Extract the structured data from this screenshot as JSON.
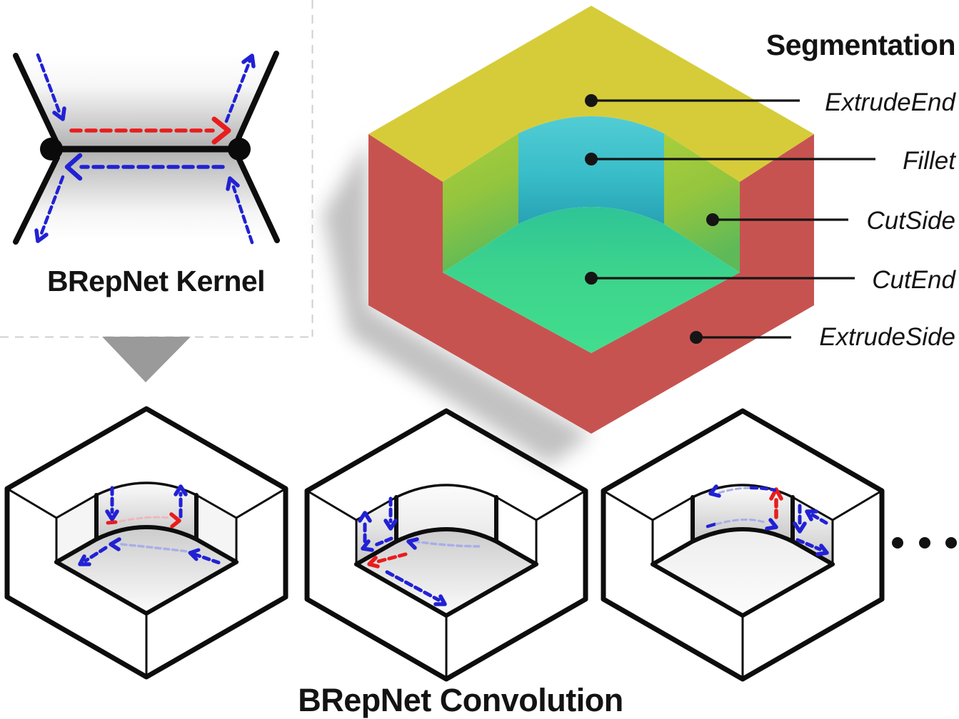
{
  "kernel": {
    "title": "BRepNet Kernel"
  },
  "segmentation": {
    "title": "Segmentation",
    "labels": [
      {
        "label": "ExtrudeEnd",
        "face_color": "#d6cc39"
      },
      {
        "label": "Fillet",
        "face_color": "#38bdc8"
      },
      {
        "label": "CutSide",
        "face_color": "#94c53e"
      },
      {
        "label": "CutEnd",
        "face_color": "#3cd48c"
      },
      {
        "label": "ExtrudeSide",
        "face_color": "#c75350"
      }
    ]
  },
  "convolution": {
    "title": "BRepNet Convolution",
    "ellipsis_dots": 3
  },
  "colors": {
    "label_line": "#151515",
    "wire_black": "#0d0d0d",
    "arrow_red": "#e81d1d",
    "arrow_blue": "#2121d4",
    "arrow_faint_blue": "#a9aee8",
    "arrow_faint_red": "#f0b6ba",
    "shadow": "#858585",
    "panel_dash": "#cfcfcf",
    "triangle_gray": "#9a9a9a"
  }
}
